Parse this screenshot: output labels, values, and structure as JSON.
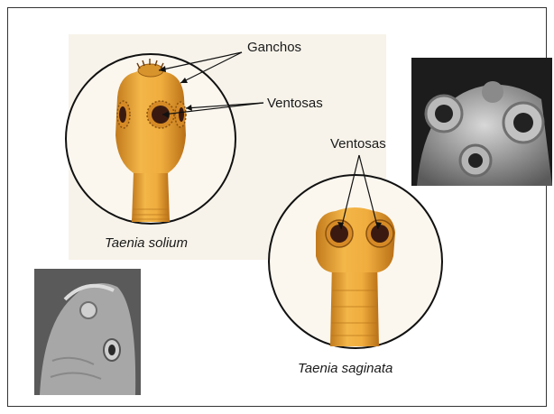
{
  "figure": {
    "solium": {
      "caption": "Taenia solium",
      "label_hooks": "Ganchos",
      "label_suckers": "Ventosas"
    },
    "saginata": {
      "caption": "Taenia saginata",
      "label_suckers": "Ventosas"
    },
    "colors": {
      "worm_body": "#e8a232",
      "worm_shade": "#c27a1c",
      "sucker_dark": "#3a1a10",
      "circle_stroke": "#111111"
    }
  }
}
